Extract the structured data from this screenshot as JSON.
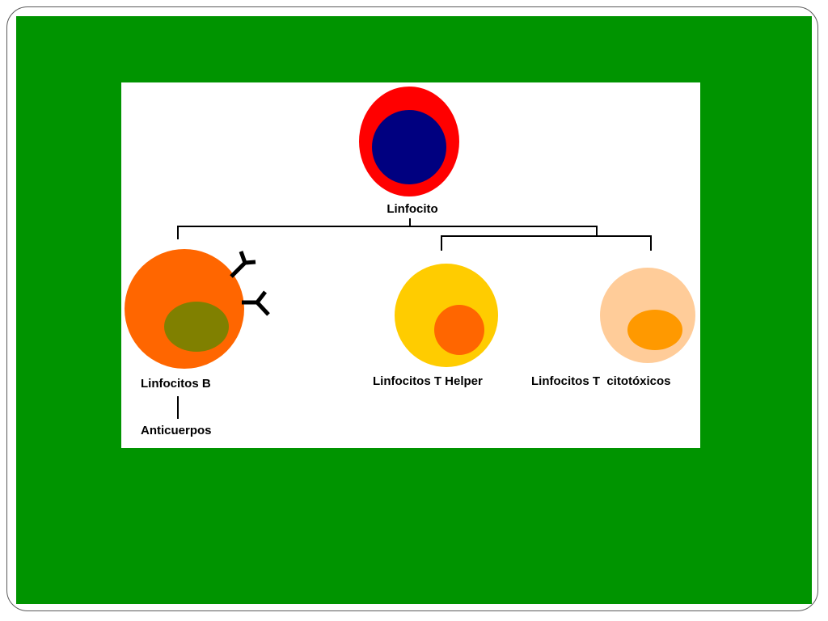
{
  "slide": {
    "background_color": "#009400",
    "frame_color": "#5a5a5a"
  },
  "diagram": {
    "root": {
      "label": "Linfocito",
      "outer_color": "#ff0000",
      "nucleus_color": "#000080"
    },
    "cells": [
      {
        "id": "b",
        "label": "Linfocitos B",
        "outer_color": "#ff6600",
        "nucleus_color": "#808000",
        "product_label": "Anticuerpos"
      },
      {
        "id": "t-helper",
        "label": "Linfocitos T Helper",
        "outer_color": "#ffcc00",
        "nucleus_color": "#ff6600"
      },
      {
        "id": "t-citotoxicos",
        "label": "Linfocitos T  citotóxicos",
        "outer_color": "#ffcc99",
        "nucleus_color": "#ff9900"
      }
    ],
    "antibody_color": "#000000"
  }
}
